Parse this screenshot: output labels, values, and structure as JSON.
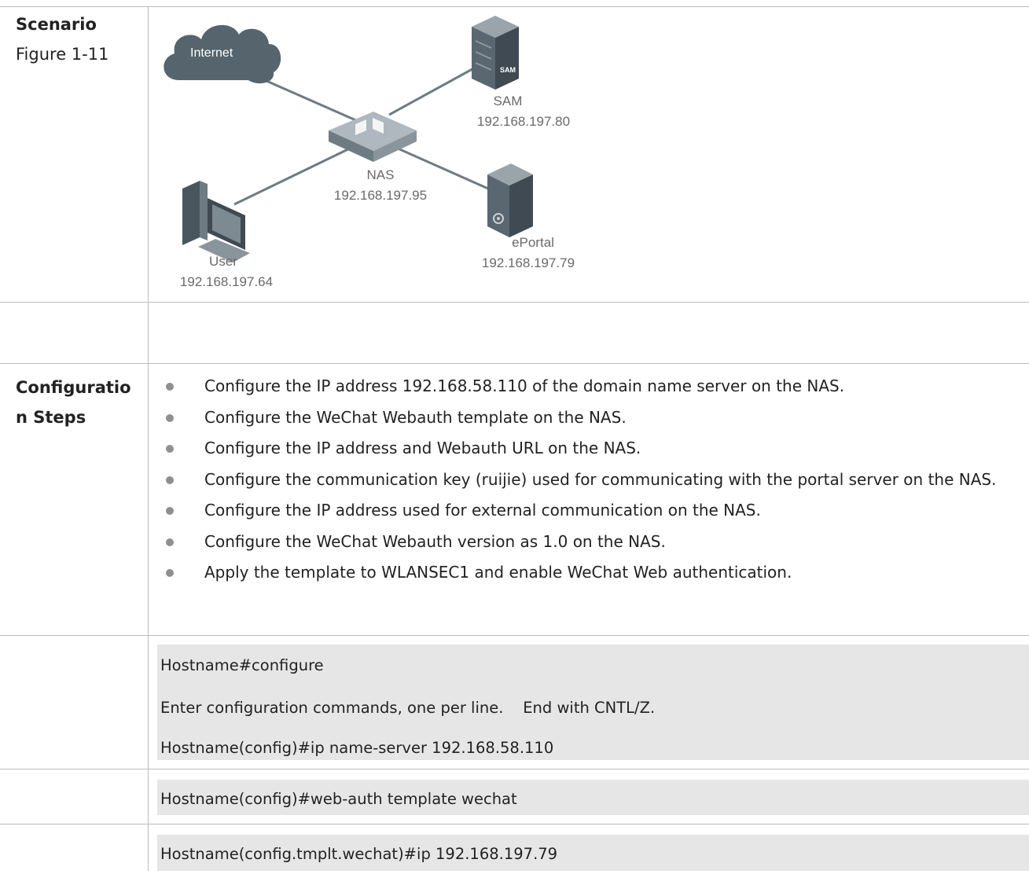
{
  "rows": {
    "scenario": {
      "title": "Scenario",
      "figure_label": "Figure 1-11"
    },
    "config": {
      "title_line1": "Configuratio",
      "title_line2": "n Steps",
      "steps": [
        "Configure the IP address 192.168.58.110 of the domain name server on the NAS.",
        "Configure the WeChat Webauth template on the NAS.",
        "Configure the IP address and Webauth URL on the NAS.",
        "Configure the communication key (ruijie) used for communicating with the portal server on the NAS.",
        "Configure the IP address used for external communication on the NAS.",
        "Configure the WeChat Webauth version as 1.0 on the NAS.",
        "Apply the template to WLANSEC1 and enable WeChat Web authentication."
      ]
    }
  },
  "figure": {
    "internet_label": "Internet",
    "sam_badge": "SAM",
    "sam_label": "SAM",
    "sam_ip": "192.168.197.80",
    "nas_label": "NAS",
    "nas_ip": "192.168.197.95",
    "eportal_label": "ePortal",
    "eportal_ip": "192.168.197.79",
    "user_label": "User",
    "user_ip": "192.168.197.64"
  },
  "code_blocks": [
    {
      "lines": [
        "Hostname#configure",
        "Enter configuration commands, one per line.    End with CNTL/Z.",
        "Hostname(config)#ip name-server 192.168.58.110"
      ]
    },
    {
      "lines": [
        "Hostname(config)#web-auth template wechat"
      ]
    },
    {
      "lines": [
        "Hostname(config.tmplt.wechat)#ip 192.168.197.79"
      ]
    }
  ],
  "colors": {
    "border": "#bcbcbc",
    "code_bg": "#e6e6e6",
    "bullet": "#8f8f8f",
    "device": "#5b6770"
  }
}
